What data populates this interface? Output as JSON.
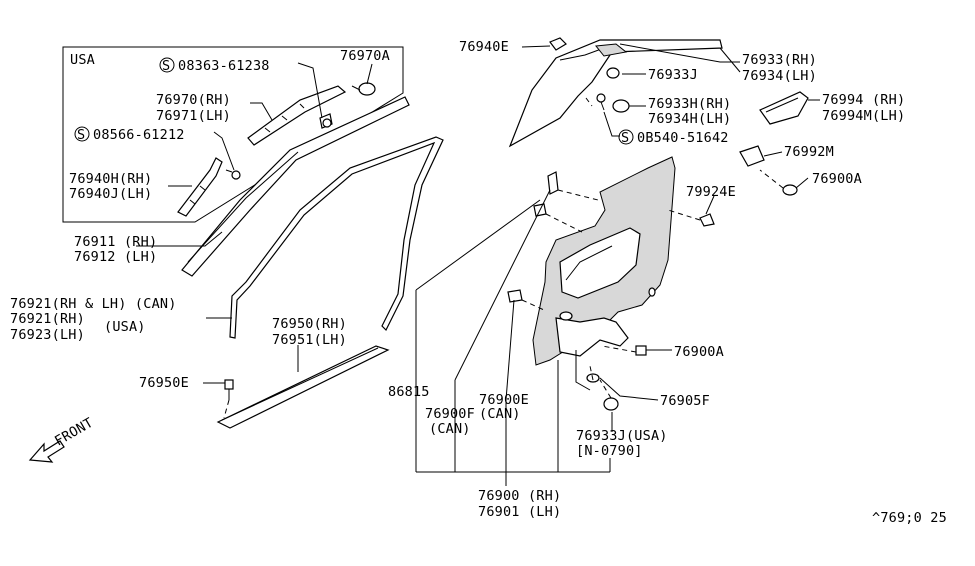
{
  "diagram": {
    "region": "USA",
    "labels": {
      "p76940E": "76940E",
      "p76933RH": "76933(RH)",
      "p76934LH": "76934(LH)",
      "p76933J": "76933J",
      "p76933H": "76933H(RH)",
      "p76934H": "76934H(LH)",
      "p08540": "0B540-51642",
      "p76994": "76994 (RH)",
      "p76994M": "76994M(LH)",
      "p76992M": "76992M",
      "p76900A_top": "76900A",
      "p79924E": "79924E",
      "p76970A": "76970A",
      "p08363": "08363-61238",
      "p76970": "76970(RH)",
      "p76971": "76971(LH)",
      "p08566": "08566-61212",
      "p76940H": "76940H(RH)",
      "p76940J": "76940J(LH)",
      "p76911": "76911 (RH)",
      "p76912": "76912 (LH)",
      "p76921can": "76921(RH & LH) (CAN)",
      "p76921rh": "76921(RH)",
      "p76923": "76923(LH)",
      "usa_suffix": "(USA)",
      "p76950": "76950(RH)",
      "p76951": "76951(LH)",
      "p76950E": "76950E",
      "p86815": "86815",
      "p76900E": "76900E",
      "p76900Ecan": "(CAN)",
      "p76900F": "76900F",
      "p76900Fcan": "(CAN)",
      "p76900A_bot": "76900A",
      "p76905F": "76905F",
      "p76933Jusa": "76933J(USA)",
      "pN0790": "[N-0790]",
      "p76900": "76900 (RH)",
      "p76901": "76901 (LH)",
      "front": "FRONT",
      "code": "^769;0 25",
      "s_symbol": "S"
    }
  }
}
